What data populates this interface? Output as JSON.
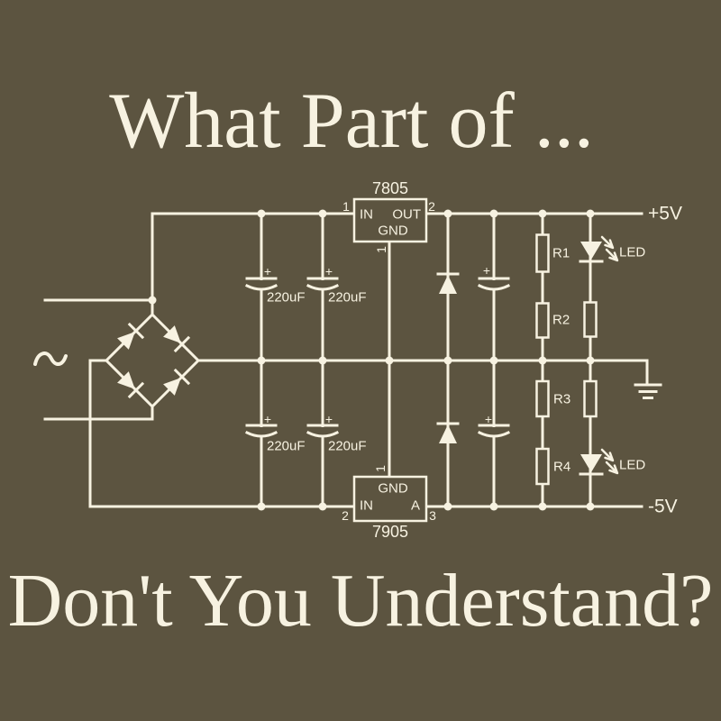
{
  "design": {
    "background_color": "#5c5440",
    "ink_color": "#f7f2e1",
    "title_top": "What Part of ...",
    "title_bottom": "Don't You Understand?"
  },
  "schematic": {
    "ac_source_symbol": "~",
    "rails": {
      "positive_label": "+5V",
      "negative_label": "-5V"
    },
    "regulators": {
      "top": {
        "part": "7805",
        "in": "IN",
        "out": "OUT",
        "gnd": "GND",
        "pin_in": "1",
        "pin_out": "2",
        "pin_gnd": "1"
      },
      "bottom": {
        "part": "7905",
        "in": "IN",
        "out": "A",
        "gnd": "GND",
        "pin_in": "2",
        "pin_out": "3",
        "pin_gnd": "1"
      }
    },
    "capacitors": {
      "polarity_mark": "+",
      "labels": [
        "220uF",
        "220uF",
        "220uF",
        "220uF"
      ]
    },
    "resistors": {
      "labels": [
        "R1",
        "R2",
        "R3",
        "R4"
      ]
    },
    "leds": {
      "labels": [
        "LED",
        "LED"
      ]
    }
  }
}
